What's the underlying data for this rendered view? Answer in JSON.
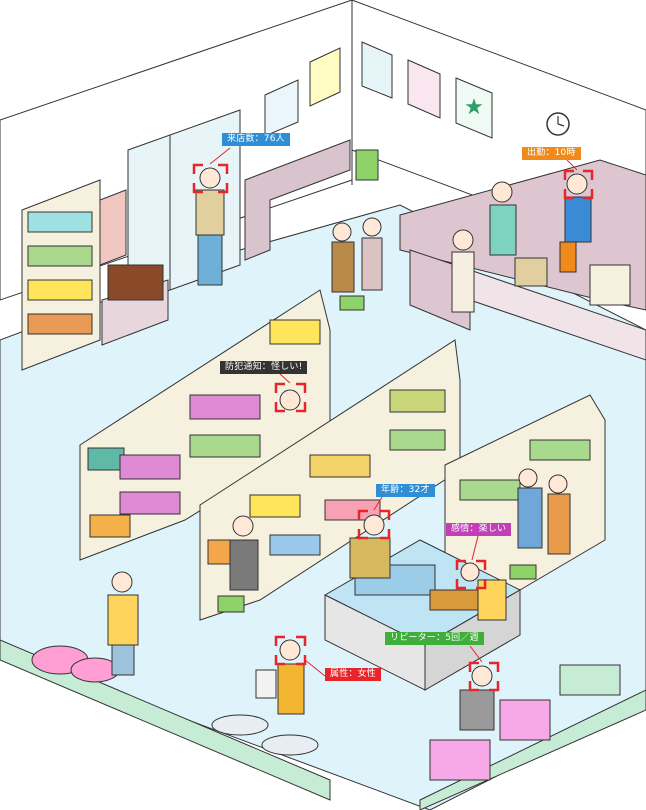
{
  "colors": {
    "floor": "#dff3fb",
    "wall": "#ffffff",
    "counter": "#ddc6cf",
    "shelf": "#f6f1df",
    "frame": "#e8252b",
    "line": "#333333",
    "tag_blue": "#2f8fd6",
    "tag_orange": "#f08a1c",
    "tag_red": "#e8252b",
    "tag_green": "#3fae3a",
    "tag_magenta": "#c23fb8"
  },
  "annotations": {
    "visitors": {
      "label": "来店数：76人",
      "color": "#2f8fd6"
    },
    "attendance": {
      "label": "出勤：10時",
      "color": "#f08a1c"
    },
    "crime_alert": {
      "label": "防犯通知：怪しい!",
      "color": "#333333"
    },
    "age": {
      "label": "年齢：32才",
      "color": "#2f8fd6"
    },
    "emotion": {
      "label": "感情：楽しい",
      "color": "#c23fb8"
    },
    "repeater": {
      "label": "リピーター：5回／週",
      "color": "#3fae3a"
    },
    "attribute": {
      "label": "属性：女性",
      "color": "#e8252b"
    }
  },
  "icons": [
    "face-detection-frame",
    "wall-clock-icon",
    "star-poster-icon",
    "shopping-basket-icon"
  ]
}
